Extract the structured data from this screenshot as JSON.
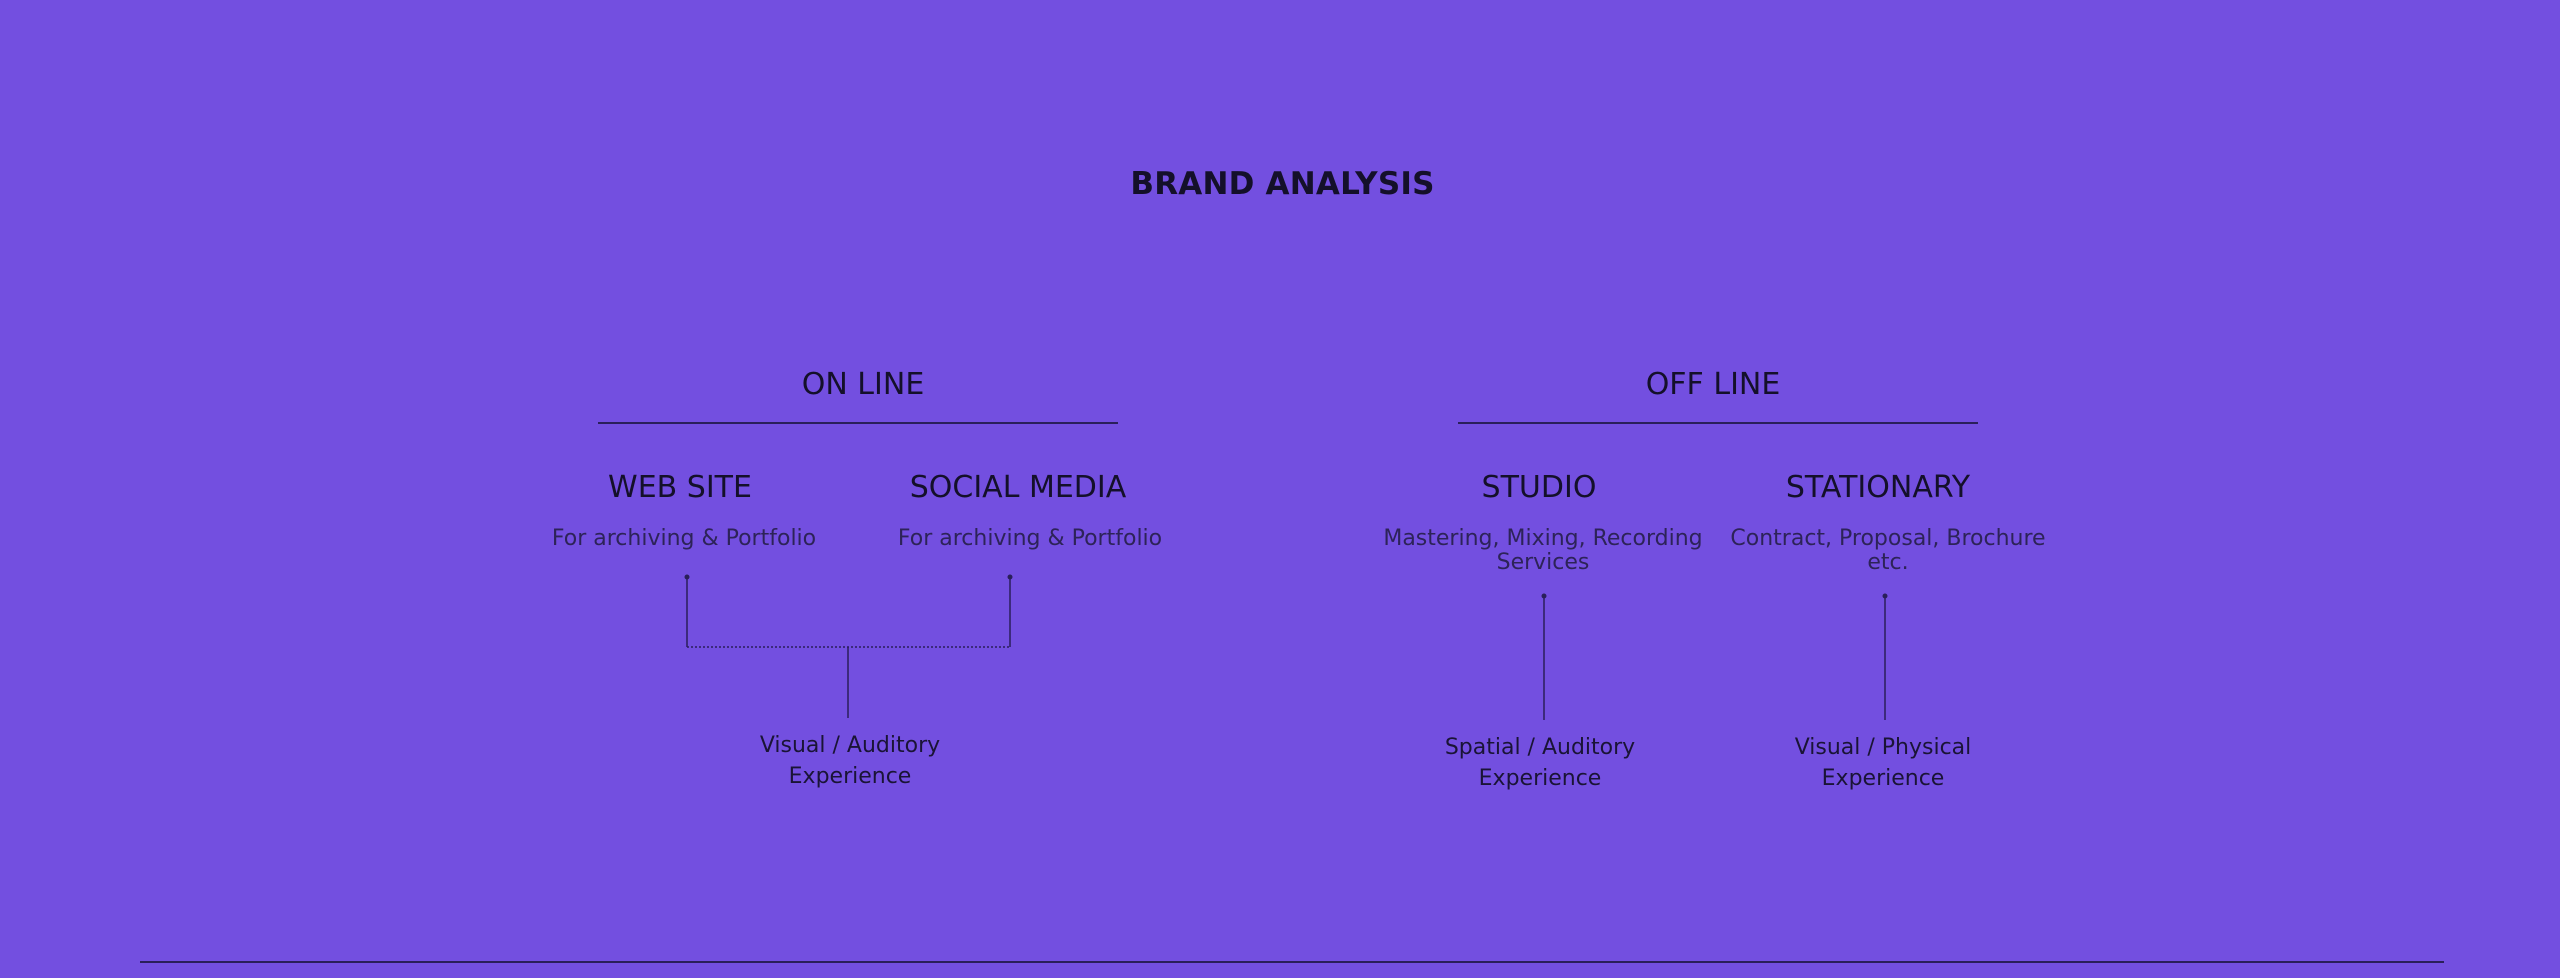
{
  "title": "BRAND ANALYSIS",
  "online": {
    "title": "ON LINE",
    "items": [
      {
        "title": "WEB SITE",
        "desc": "For archiving & Portfolio"
      },
      {
        "title": "SOCIAL MEDIA",
        "desc": "For archiving & Portfolio"
      }
    ],
    "experience": {
      "line1": "Visual / Auditory",
      "line2": "Experience"
    }
  },
  "offline": {
    "title": "OFF LINE",
    "items": [
      {
        "title": "STUDIO",
        "desc_line1": "Mastering, Mixing, Recording",
        "desc_line2": "Services",
        "experience": {
          "line1": "Spatial / Auditory",
          "line2": "Experience"
        }
      },
      {
        "title": "STATIONARY",
        "desc_line1": "Contract, Proposal, Brochure",
        "desc_line2": "etc.",
        "experience": {
          "line1": "Visual / Physical",
          "line2": "Experience"
        }
      }
    ]
  },
  "colors": {
    "background": "#734fe0",
    "text": "#14102a",
    "line": "#2a1f5a"
  }
}
